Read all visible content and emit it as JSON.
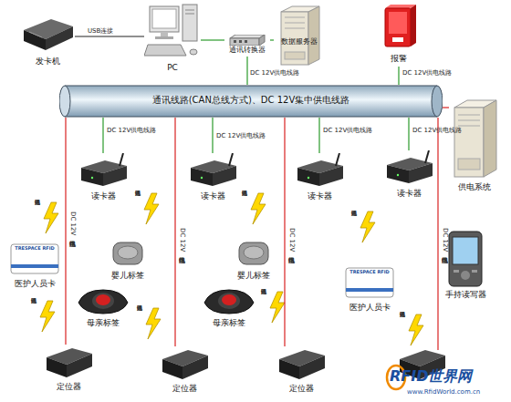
{
  "diagram": {
    "nodes": [
      {
        "text": [
          "发卡机"
        ]
      },
      {
        "text": [
          "PC"
        ]
      },
      {
        "text": [
          "通讯转换器"
        ]
      },
      {
        "text": [
          "数据服务器"
        ]
      },
      {
        "text": [
          "报警"
        ]
      },
      {
        "text": [
          "通讯线路(CAN总线方式)、DC 12V集中供电线路"
        ]
      },
      {
        "text": [
          "供电系统"
        ]
      },
      {
        "text": [
          "读卡器"
        ]
      },
      {
        "text": [
          "读卡器"
        ]
      },
      {
        "text": [
          "读卡器"
        ]
      },
      {
        "text": [
          "读卡器"
        ]
      },
      {
        "text": [
          "TRESPACE RFID",
          "医护人员卡"
        ]
      },
      {
        "text": [
          "婴儿标签"
        ]
      },
      {
        "text": [
          "母亲标签"
        ]
      },
      {
        "text": [
          "婴儿标签"
        ]
      },
      {
        "text": [
          "母亲标签"
        ]
      },
      {
        "text": [
          "TRESPACE RFID",
          "医护人员卡"
        ]
      },
      {
        "text": [
          "手持读写器"
        ]
      },
      {
        "text": [
          "定位器"
        ]
      },
      {
        "text": [
          "定位器"
        ]
      },
      {
        "text": [
          "定位器"
        ]
      }
    ],
    "edges": [
      {
        "from": 0,
        "to": 1,
        "arrow": "none",
        "label": "USB连接"
      },
      {
        "from": 1,
        "to": 2,
        "arrow": "none"
      },
      {
        "from": 2,
        "to": 3,
        "arrow": "none"
      },
      {
        "from": 2,
        "to": 5,
        "arrow": "none",
        "label": "DC 12V供电线路"
      },
      {
        "from": 4,
        "to": 5,
        "arrow": "none",
        "label": "DC 12V供电线路"
      },
      {
        "from": 6,
        "to": 5,
        "arrow": "none"
      },
      {
        "from": 7,
        "to": 5,
        "arrow": "none",
        "label": "DC 12V供电线路"
      },
      {
        "from": 8,
        "to": 5,
        "arrow": "none",
        "label": "DC 12V供电线路"
      },
      {
        "from": 9,
        "to": 5,
        "arrow": "none",
        "label": "DC 12V供电线路"
      },
      {
        "from": 10,
        "to": 5,
        "arrow": "none",
        "label": "DC 12V供电线路"
      },
      {
        "from": 18,
        "to": 5,
        "arrow": "none",
        "label": "DC 12V供电线路"
      },
      {
        "from": 19,
        "to": 5,
        "arrow": "none",
        "label": "DC 12V供电线路"
      },
      {
        "from": 20,
        "to": 5,
        "arrow": "none",
        "label": "DC 12V供电线路"
      }
    ],
    "labels": [
      "无线通讯链路",
      "无线通讯链路",
      "无线通讯链路",
      "无线通讯链路",
      "无线通讯链路",
      "无线通讯链路",
      "无线通讯链路",
      "无线通讯链路",
      "DC 12V供电线路",
      "RFID世界网",
      "www.RfidWorld.com.cn"
    ]
  }
}
